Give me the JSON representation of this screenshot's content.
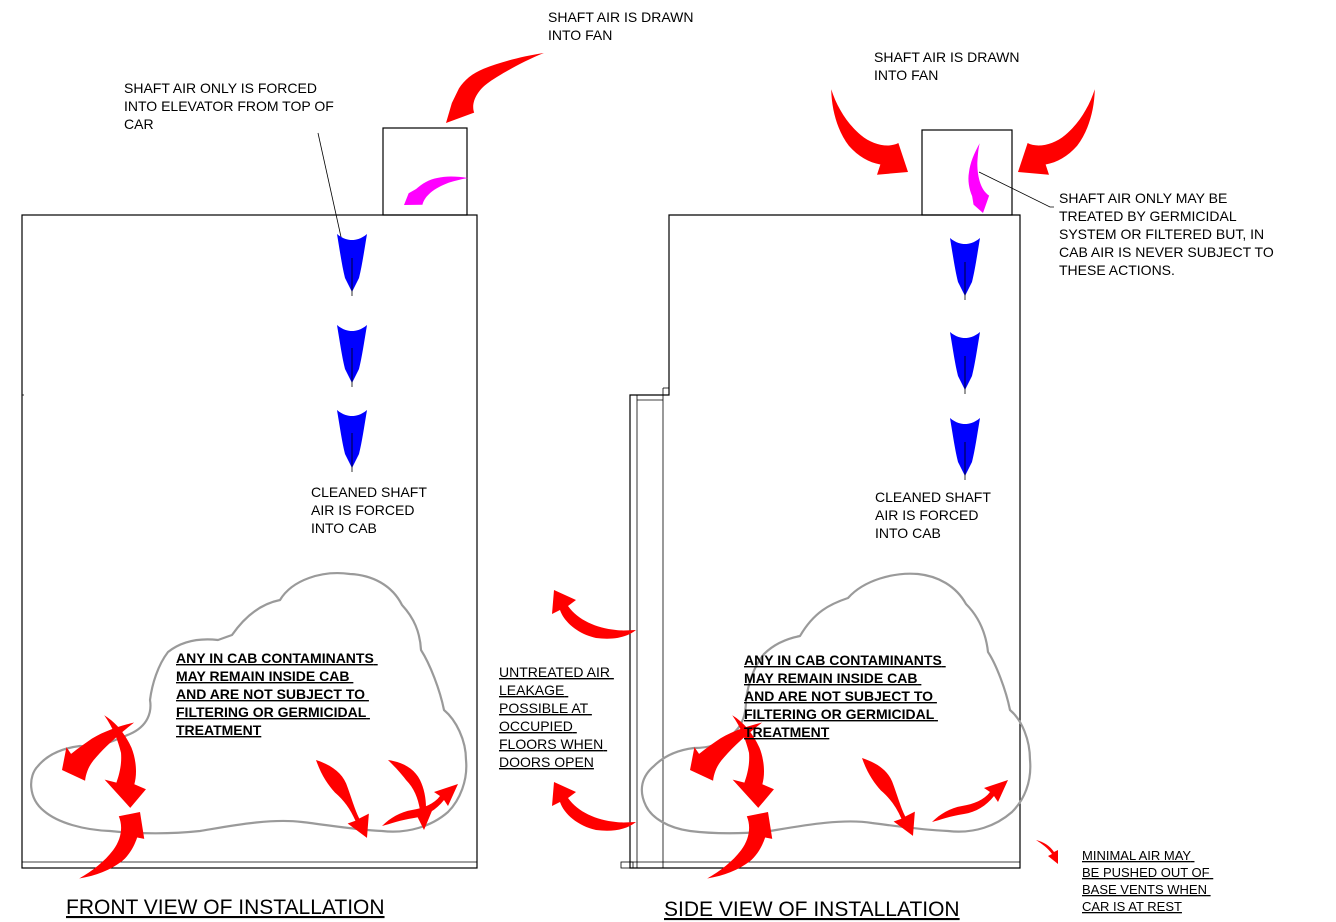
{
  "colors": {
    "red_arrow": "#ff0000",
    "blue_arrow": "#0000ff",
    "pink_arrow": "#ff00ff",
    "cloud_outline": "#9a9a9a"
  },
  "front": {
    "title": "FRONT VIEW OF INSTALLATION",
    "fan_note": [
      "SHAFT AIR IS DRAWN",
      "INTO FAN"
    ],
    "forced_note": [
      "SHAFT AIR ONLY IS FORCED",
      "INTO ELEVATOR FROM TOP OF",
      "CAR"
    ],
    "cleaned_note": [
      "CLEANED SHAFT",
      "AIR IS FORCED",
      "INTO CAB"
    ],
    "contaminants_note": [
      "ANY IN CAB CONTAMINANTS",
      "MAY REMAIN INSIDE CAB",
      "AND ARE NOT SUBJECT TO",
      "FILTERING OR GERMICIDAL",
      "TREATMENT"
    ]
  },
  "side": {
    "title": "SIDE VIEW OF INSTALLATION",
    "fan_note": [
      "SHAFT AIR IS DRAWN",
      "INTO FAN"
    ],
    "treated_note": [
      "SHAFT AIR ONLY MAY BE",
      "TREATED BY GERMICIDAL",
      "SYSTEM OR FILTERED BUT, IN",
      "CAB AIR IS NEVER SUBJECT TO",
      "THESE ACTIONS."
    ],
    "cleaned_note": [
      "CLEANED SHAFT",
      "AIR IS FORCED",
      "INTO CAB"
    ],
    "contaminants_note": [
      "ANY IN CAB CONTAMINANTS",
      "MAY REMAIN INSIDE CAB",
      "AND ARE NOT SUBJECT TO",
      "FILTERING OR GERMICIDAL",
      "TREATMENT"
    ],
    "leakage_note": [
      "UNTREATED AIR",
      "LEAKAGE",
      "POSSIBLE AT",
      "OCCUPIED",
      "FLOORS WHEN",
      "DOORS OPEN"
    ],
    "base_note": [
      "MINIMAL AIR MAY",
      "BE PUSHED OUT OF",
      "BASE VENTS WHEN",
      "CAR IS AT REST"
    ]
  }
}
